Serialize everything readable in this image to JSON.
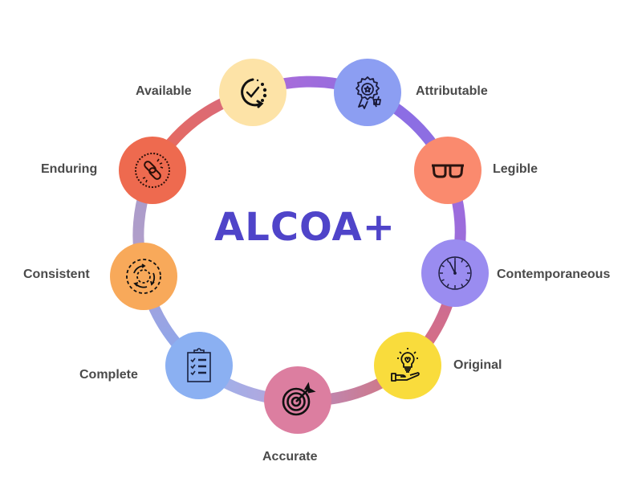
{
  "title": "ALCOA+",
  "colors": {
    "title": "#4f44c9",
    "label": "#4a4a4a"
  },
  "nodes": [
    {
      "label": "Available",
      "icon": "clock-refresh-check-icon",
      "color": "#fde3a7"
    },
    {
      "label": "Attributable",
      "icon": "award-badge-thumbs-up-icon",
      "color": "#8c9ef2"
    },
    {
      "label": "Legible",
      "icon": "glasses-icon",
      "color": "#fa8a6e"
    },
    {
      "label": "Contemporaneous",
      "icon": "clock-icon",
      "color": "#9a8cf0"
    },
    {
      "label": "Original",
      "icon": "lightbulb-hand-icon",
      "color": "#f9dc3c"
    },
    {
      "label": "Accurate",
      "icon": "target-dart-icon",
      "color": "#dc7ea0"
    },
    {
      "label": "Complete",
      "icon": "clipboard-checklist-icon",
      "color": "#8bb0f2"
    },
    {
      "label": "Consistent",
      "icon": "circular-arrows-icon",
      "color": "#f8a95a"
    },
    {
      "label": "Enduring",
      "icon": "link-chain-icon",
      "color": "#ee6a4f"
    }
  ]
}
